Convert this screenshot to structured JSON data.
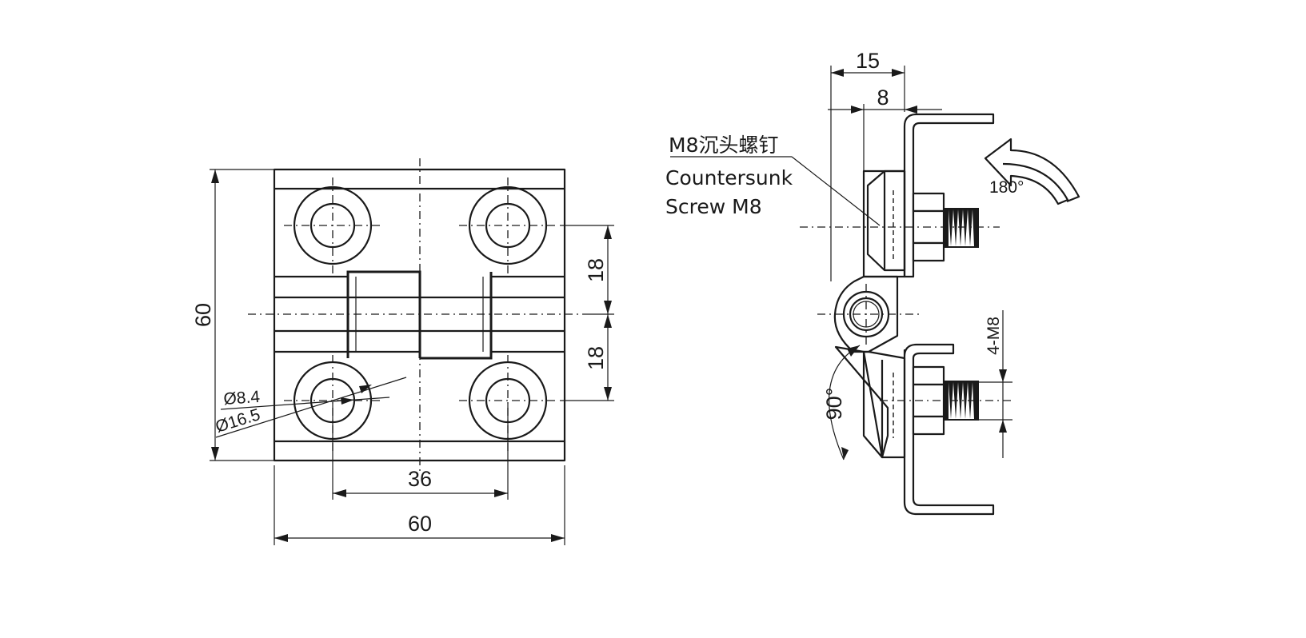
{
  "front_view": {
    "dims": {
      "height": "60",
      "width": "60",
      "hole_spacing": "36",
      "offset_upper": "18",
      "offset_lower": "18"
    },
    "hole_labels": {
      "inner": "Ø8.4",
      "outer": "Ø16.5"
    }
  },
  "side_view": {
    "dims": {
      "total": "15",
      "leaf": "8",
      "thread": "4-M8"
    },
    "angles": {
      "open": "180°",
      "folded": "90°"
    },
    "screw_label": {
      "zh": "M8沉头螺钉",
      "en_line1": "Countersunk",
      "en_line2": "Screw M8"
    }
  },
  "colors": {
    "line": "#1a1a1a",
    "background": "#ffffff"
  }
}
